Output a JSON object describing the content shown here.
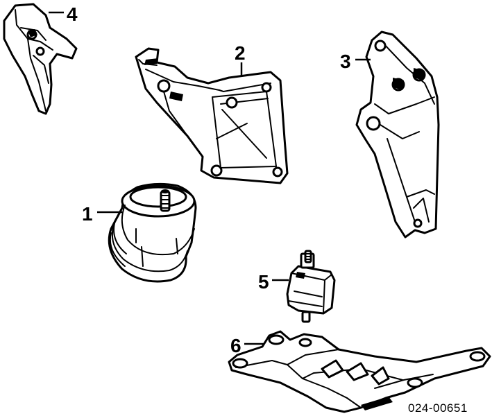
{
  "diagram": {
    "callouts": [
      {
        "id": "part-1",
        "label": "1"
      },
      {
        "id": "part-2",
        "label": "2"
      },
      {
        "id": "part-3",
        "label": "3"
      },
      {
        "id": "part-4",
        "label": "4"
      },
      {
        "id": "part-5",
        "label": "5"
      },
      {
        "id": "part-6",
        "label": "6"
      }
    ],
    "reference_number": "024-00651"
  }
}
